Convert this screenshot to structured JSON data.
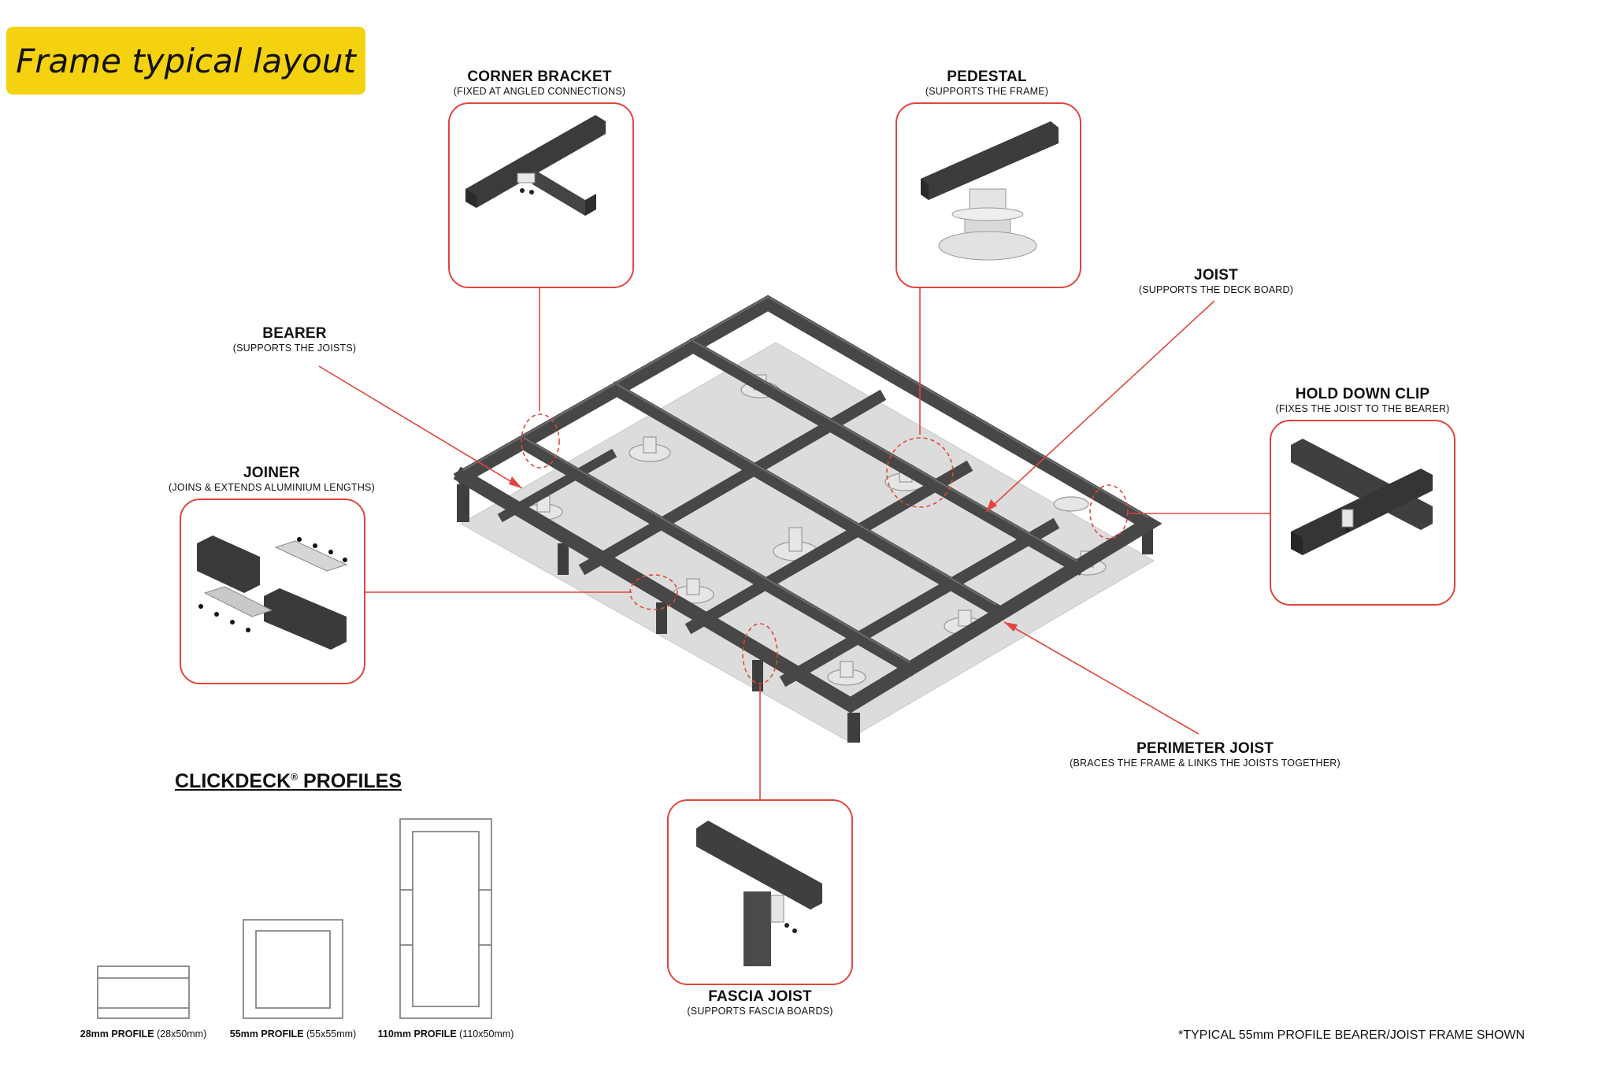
{
  "title": "Frame typical layout",
  "accent_color": "#f5d20f",
  "callout_color": "#e0463e",
  "callouts": {
    "corner_bracket": {
      "title": "CORNER BRACKET",
      "subtitle": "(FIXED AT ANGLED CONNECTIONS)"
    },
    "pedestal": {
      "title": "PEDESTAL",
      "subtitle": "(SUPPORTS THE FRAME)"
    },
    "joist": {
      "title": "JOIST",
      "subtitle": "(SUPPORTS THE DECK BOARD)"
    },
    "bearer": {
      "title": "BEARER",
      "subtitle": "(SUPPORTS THE JOISTS)"
    },
    "hold_down_clip": {
      "title": "HOLD DOWN CLIP",
      "subtitle": "(FIXES THE JOIST TO THE BEARER)"
    },
    "joiner": {
      "title": "JOINER",
      "subtitle": "(JOINS & EXTENDS ALUMINIUM LENGTHS)"
    },
    "perimeter_joist": {
      "title": "PERIMETER JOIST",
      "subtitle": "(BRACES THE FRAME & LINKS THE JOISTS TOGETHER)"
    },
    "fascia_joist": {
      "title": "FASCIA JOIST",
      "subtitle": "(SUPPORTS FASCIA BOARDS)"
    }
  },
  "profiles": {
    "heading": "CLICKDECK",
    "heading_mark": "®",
    "heading_suffix": "PROFILES",
    "items": [
      {
        "name": "28mm PROFILE",
        "dims": "(28x50mm)"
      },
      {
        "name": "55mm PROFILE",
        "dims": "(55x55mm)"
      },
      {
        "name": "110mm PROFILE",
        "dims": "(110x50mm)"
      }
    ]
  },
  "footnote": "*TYPICAL 55mm PROFILE BEARER/JOIST FRAME SHOWN"
}
